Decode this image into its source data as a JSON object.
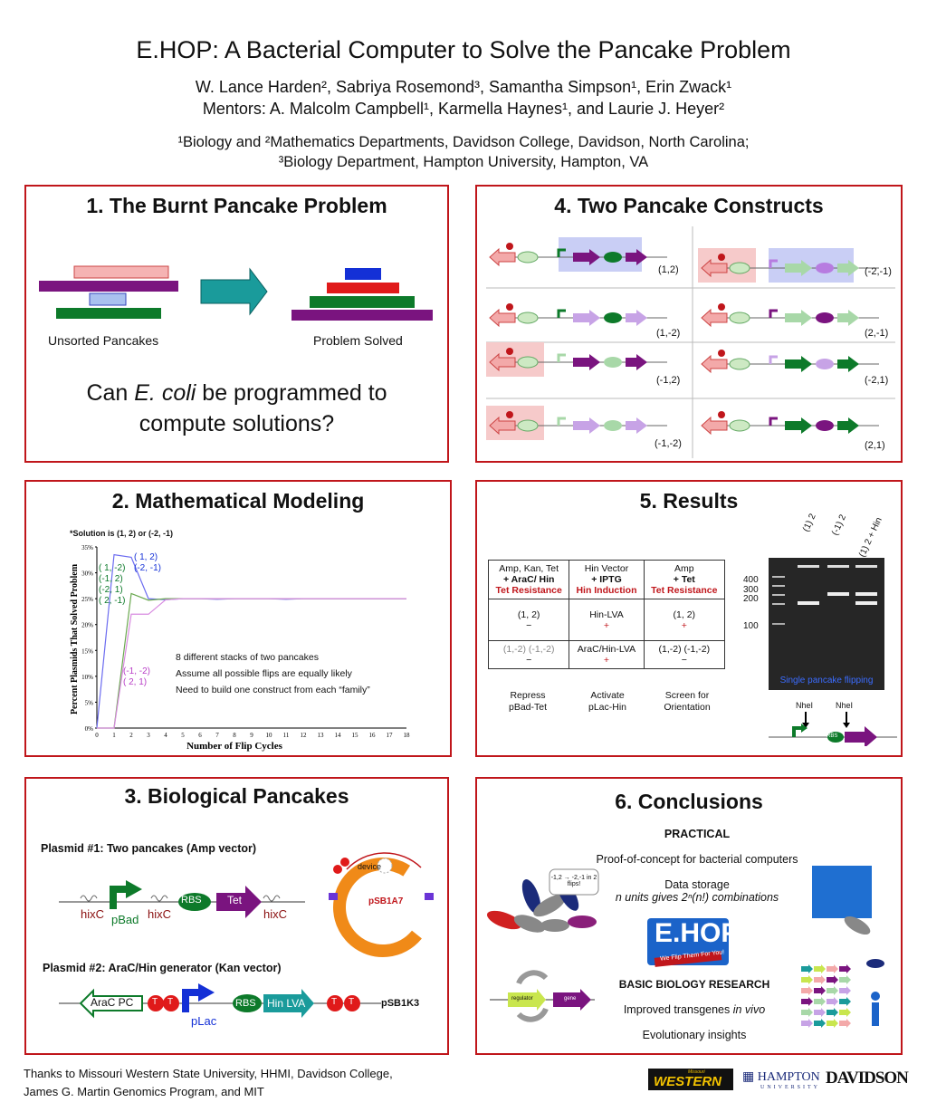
{
  "header": {
    "title": "E.HOP: A Bacterial Computer to Solve the Pancake Problem",
    "authors_line": "W. Lance Harden², Sabriya Rosemond³, Samantha Simpson¹, Erin Zwack¹",
    "mentors_line": "Mentors: A. Malcolm Campbell¹, Karmella Haynes¹, and Laurie J. Heyer²",
    "affil_line1": "¹Biology and ²Mathematics Departments, Davidson College, Davidson, North Carolina;",
    "affil_line2": "³Biology Department, Hampton University, Hampton, VA"
  },
  "panel1": {
    "title": "1. The Burnt Pancake Problem",
    "label_unsorted": "Unsorted Pancakes",
    "label_solved": "Problem Solved",
    "question_pre": "Can ",
    "question_em": "E. coli",
    "question_post": " be programmed to",
    "question_line2": "compute solutions?"
  },
  "panel2": {
    "title": "2. Mathematical Modeling",
    "note": "*Solution is (1, 2) or (-2, -1)",
    "bullets": [
      "8 different stacks of two pancakes",
      "Assume all possible flips are equally likely",
      "Need to build one construct from each “family”"
    ],
    "series_labels_blue": [
      "( 1,  2)",
      "(-2, -1)"
    ],
    "series_labels_green": [
      "( 1, -2)",
      "(-1,  2)",
      "(-2,  1)",
      "( 2, -1)"
    ],
    "series_labels_purple": [
      "(-1, -2)",
      "( 2,  1)"
    ]
  },
  "chart_data": {
    "type": "line",
    "xlabel": "Number of Flip Cycles",
    "ylabel": "Percent Plasmids That Solved Problem",
    "x": [
      0,
      1,
      2,
      3,
      4,
      5,
      6,
      7,
      8,
      9,
      10,
      11,
      12,
      13,
      14,
      15,
      16,
      17,
      18
    ],
    "ylim": [
      0,
      35
    ],
    "yticks": [
      "0%",
      "5%",
      "10%",
      "15%",
      "20%",
      "25%",
      "30%",
      "35%"
    ],
    "series": [
      {
        "name": "( 1,  2) (-2, -1)",
        "values": [
          0,
          33.5,
          33,
          25,
          24.8,
          25,
          25,
          24.9,
          25,
          25,
          25,
          24.9,
          25,
          25,
          25,
          25,
          25,
          25,
          25
        ]
      },
      {
        "name": "( 1, -2) (-1,  2) (-2,  1) ( 2, -1)",
        "values": [
          0,
          0,
          26,
          24.7,
          25,
          25,
          25,
          25,
          25,
          25,
          25,
          25,
          25,
          25,
          25,
          25,
          25,
          25,
          25
        ]
      },
      {
        "name": "(-1, -2) ( 2,  1)",
        "values": [
          0,
          0,
          22,
          22,
          24.8,
          25,
          25,
          25,
          25,
          25,
          25,
          25,
          25,
          25,
          25,
          25,
          25,
          25,
          25
        ]
      }
    ]
  },
  "panel3": {
    "title": "3. Biological Pancakes",
    "plasmid1_title": "Plasmid #1: Two pancakes (Amp vector)",
    "plasmid2_title": "Plasmid #2: AraC/Hin generator (Kan vector)",
    "hixc": "hixC",
    "pbad": "pBad",
    "rbs": "RBS",
    "tet": "Tet",
    "psb1a7": "pSB1A7",
    "device": "device",
    "arac": "AraC PC",
    "t": "T",
    "hinlva": "Hin LVA",
    "plac": "pLac",
    "psb1k3": "pSB1K3"
  },
  "panel4": {
    "title": "4. Two Pancake Constructs",
    "labels": [
      "(1,2)",
      "(-2,-1)",
      "(1,-2)",
      "(2,-1)",
      "(-1,2)",
      "(-2,1)",
      "(-1,-2)",
      "(2,1)"
    ]
  },
  "panel5": {
    "title": "5. Results",
    "table": {
      "headers": [
        [
          "Amp, Kan, Tet",
          "+ AraC/ Hin",
          "Tet Resistance"
        ],
        [
          "Hin Vector",
          "+ IPTG",
          "Hin Induction"
        ],
        [
          "Amp",
          "+ Tet",
          "Tet Resistance"
        ]
      ],
      "row1": [
        "(1, 2)",
        "−",
        "Hin-LVA",
        "+",
        "(1, 2)",
        "+"
      ],
      "row2": [
        "(1,-2)  (-1,-2)",
        "−",
        "AraC/Hin-LVA",
        "+",
        "(1,-2)  (-1,-2)",
        "−"
      ],
      "footer": [
        "Repress",
        "pBad-Tet",
        "Activate",
        "pLac-Hin",
        "Screen for",
        "Orientation"
      ]
    },
    "gel_lanes": [
      "(1) 2",
      "(-1) 2",
      "(1) 2 + Hin"
    ],
    "gel_markers": [
      "400",
      "300",
      "200",
      "100"
    ],
    "gel_caption": "Single pancake flipping",
    "nhel": "NheI",
    "rbs": "RBS"
  },
  "panel6": {
    "title": "6. Conclusions",
    "practical": "PRACTICAL",
    "poc": "Proof-of-concept for bacterial computers",
    "storage": "Data storage",
    "storage_sub": "n units gives 2ⁿ(n!) combinations",
    "bubble": "-1,2 → -2,-1 in 2 flips!",
    "logo": "E.HOP",
    "logo_tag": "We Flip Them For You!",
    "basic": "BASIC BIOLOGY RESEARCH",
    "transgenes_pre": "Improved transgenes ",
    "transgenes_em": "in vivo",
    "evo": "Evolutionary insights",
    "regulator": "regulator",
    "gene": "gene"
  },
  "footer": {
    "line1": "Thanks to Missouri Western State University, HHMI, Davidson College,",
    "line2": "James G. Martin Genomics Program, and MIT",
    "logo_mwsu_small": "Missouri",
    "logo_mwsu": "WESTERN",
    "logo_hampton": "HAMPTON",
    "logo_hampton_sub": "UNIVERSITY",
    "logo_davidson": "DAVIDSON"
  },
  "colors": {
    "border": "#c0161b",
    "purple": "#7a147f",
    "green": "#0d7a2a",
    "teal": "#1a9b9b",
    "red": "#e01a1a",
    "blue": "#1430d6"
  }
}
